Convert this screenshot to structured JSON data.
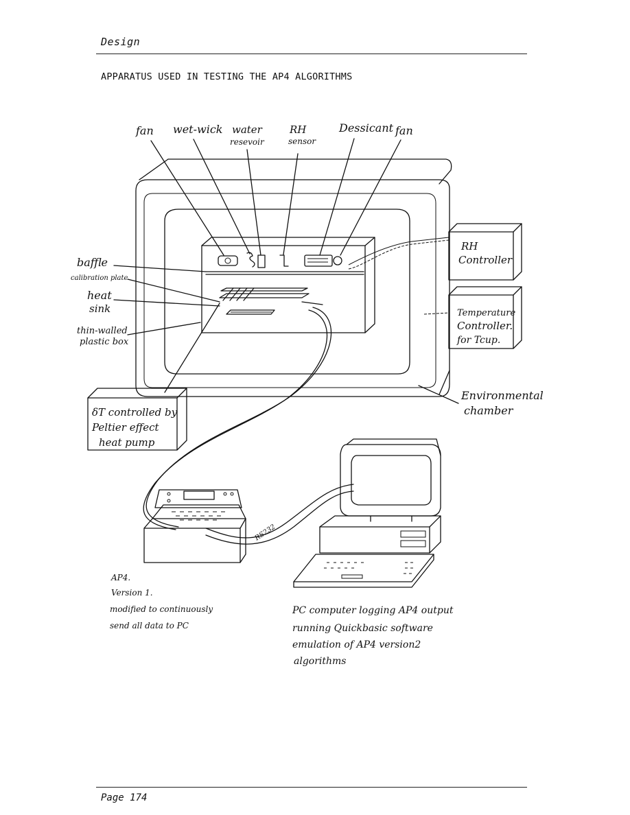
{
  "header": {
    "section": "Design",
    "page": "Page 174"
  },
  "title": "APPARATUS USED IN TESTING THE AP4 ALGORITHMS",
  "labels": {
    "fan_left": "fan",
    "wet_wick": "wet-wick",
    "water_1": "water",
    "water_2": "resevoir",
    "rh_1": "RH",
    "rh_2": "sensor",
    "dessicant": "Dessicant",
    "fan_right": "fan",
    "baffle": "baffle",
    "calibration_plate": "calibration plate",
    "heat": "heat",
    "sink": "sink",
    "thin_walled": "thin-walled",
    "plastic_box": "plastic box",
    "rh_controller_1": "RH",
    "rh_controller_2": "Controller",
    "temp_controller_1": "Temperature",
    "temp_controller_2": "Controller.",
    "temp_controller_3": "for Tcup.",
    "env_chamber_1": "Environmental",
    "env_chamber_2": "chamber",
    "peltier_1": "δT controlled by",
    "peltier_2": "Peltier effect",
    "peltier_3": "heat pump",
    "rs232": "RS232"
  },
  "notes": {
    "ap4": [
      "AP4.",
      "Version 1.",
      "modified to continuously",
      "send all data to PC"
    ],
    "pc": [
      "PC computer logging AP4 output",
      "running Quickbasic software",
      "emulation of AP4 version2",
      "algorithms"
    ]
  }
}
